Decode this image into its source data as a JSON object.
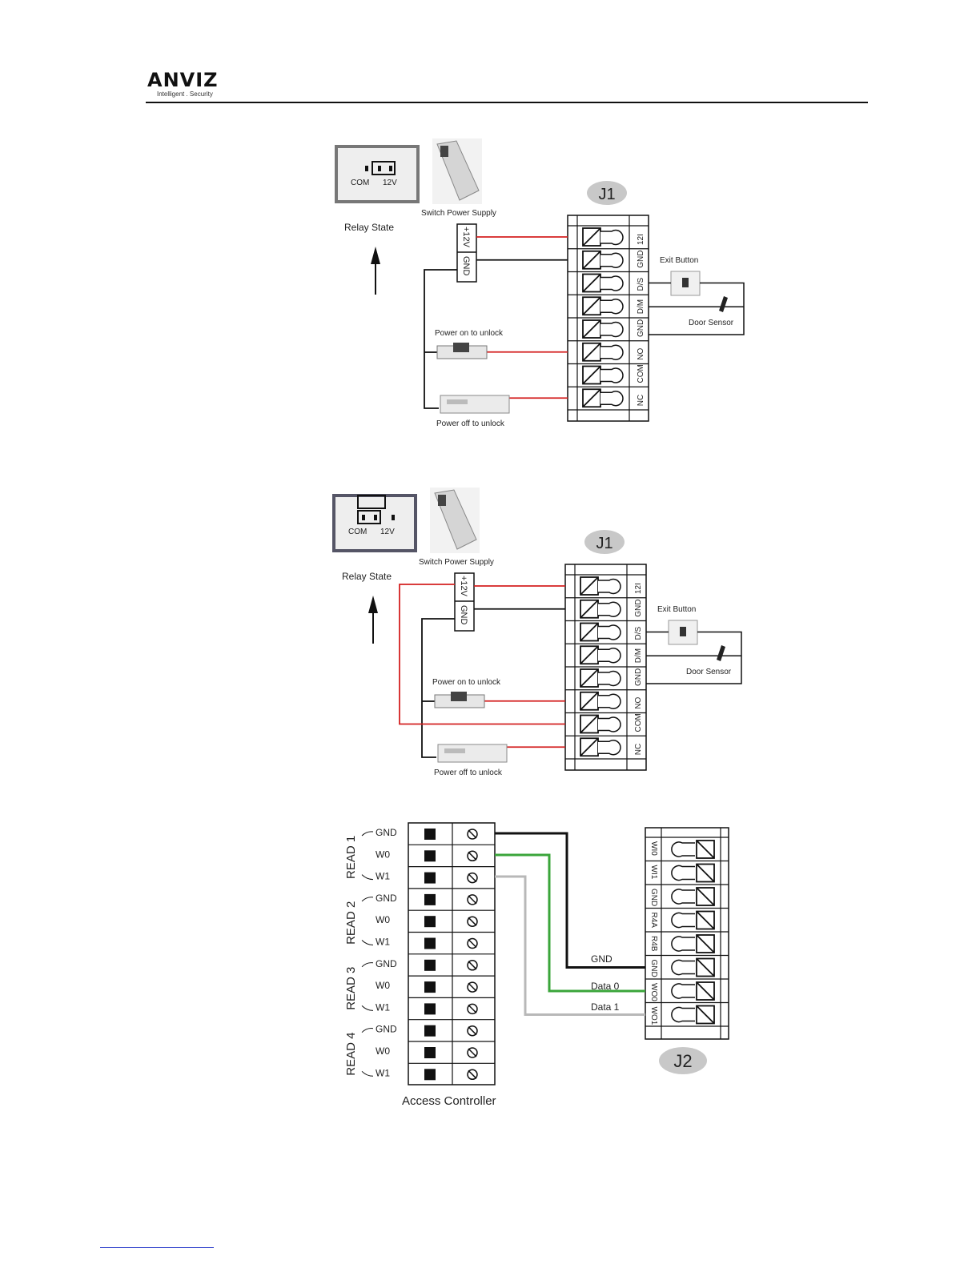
{
  "header": {
    "brand": "ANVIZ",
    "tagline": "Intelligent . Security"
  },
  "diagram1": {
    "terminal_block": "J1",
    "relay_box": {
      "com": "COM",
      "v12": "12V"
    },
    "relay_state": "Relay State",
    "power_supply": "Switch Power Supply",
    "psu_terminals": [
      "+12V",
      "GND"
    ],
    "pins": [
      "12I",
      "GND",
      "D/S",
      "D/M",
      "GND",
      "NO",
      "COM",
      "NC"
    ],
    "exit_button": "Exit Button",
    "door_sensor": "Door Sensor",
    "lock_power_on": "Power on to unlock",
    "lock_power_off": "Power off to unlock"
  },
  "diagram2": {
    "terminal_block": "J1",
    "relay_box": {
      "com": "COM",
      "v12": "12V"
    },
    "relay_state": "Relay State",
    "power_supply": "Switch Power Supply",
    "psu_terminals": [
      "+12V",
      "GND"
    ],
    "pins": [
      "12I",
      "GND",
      "D/S",
      "D/M",
      "GND",
      "NO",
      "COM",
      "NC"
    ],
    "exit_button": "Exit Button",
    "door_sensor": "Door Sensor",
    "lock_power_on": "Power on to unlock",
    "lock_power_off": "Power off to unlock"
  },
  "diagram3": {
    "controller_label": "Access Controller",
    "readers": [
      {
        "name": "READ 1",
        "pins": [
          "GND",
          "W0",
          "W1"
        ]
      },
      {
        "name": "READ 2",
        "pins": [
          "GND",
          "W0",
          "W1"
        ]
      },
      {
        "name": "READ 3",
        "pins": [
          "GND",
          "W0",
          "W1"
        ]
      },
      {
        "name": "READ 4",
        "pins": [
          "GND",
          "W0",
          "W1"
        ]
      }
    ],
    "terminal_block": "J2",
    "j2_pins": [
      "WI0",
      "WI1",
      "GND",
      "R4A",
      "R4B",
      "GND",
      "WO0",
      "WO1"
    ],
    "wire_labels": [
      "GND",
      "Data 0",
      "Data 1"
    ]
  },
  "colors": {
    "wire_red": "#d42020",
    "wire_black": "#111111",
    "wire_green": "#3aa53a",
    "wire_gray": "#b8b8b8",
    "badge_gray": "#c8c8c8"
  }
}
